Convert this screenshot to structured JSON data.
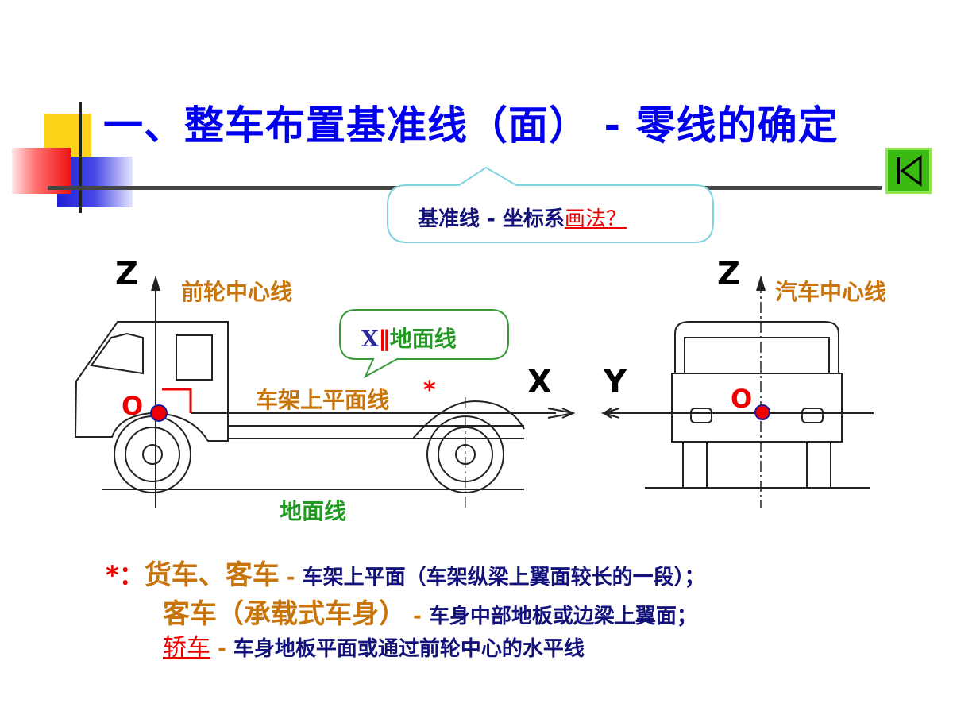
{
  "title": "一、整车布置基准线（面） - 零线的确定",
  "callout_top": {
    "prefix": "基准线 - 坐标系",
    "link": "画法？"
  },
  "callout_xline": {
    "x": "X",
    "sep": "∥",
    "rest": "地面线"
  },
  "side_view": {
    "z": "Z",
    "x": "X",
    "origin": "O",
    "front_wheel_center_line": "前轮中心线",
    "frame_top_line": "车架上平面线",
    "asterisk": "*",
    "ground_line": "地面线"
  },
  "front_view": {
    "z": "Z",
    "y": "Y",
    "origin": "O",
    "vehicle_center_line": "汽车中心线"
  },
  "notes": {
    "line1": {
      "marker": "*：",
      "cat": "货车、客车",
      "dash": " - ",
      "text": "车架上平面（车架纵梁上翼面较长的一段）；"
    },
    "line2": {
      "cat": "客车（承载式车身）",
      "dash": " - ",
      "text": "车身中部地板或边梁上翼面；"
    },
    "line3": {
      "cat": "轿车",
      "dash": " - ",
      "text": "车身地板平面或通过前轮中心的水平线"
    }
  },
  "colors": {
    "title": "#0000ee",
    "orange": "#c8740a",
    "green": "#229922",
    "navy": "#12127a",
    "red": "#ee0000",
    "origin_dot": "#ee0000"
  },
  "icons": {
    "nav": "first-slide-icon"
  }
}
